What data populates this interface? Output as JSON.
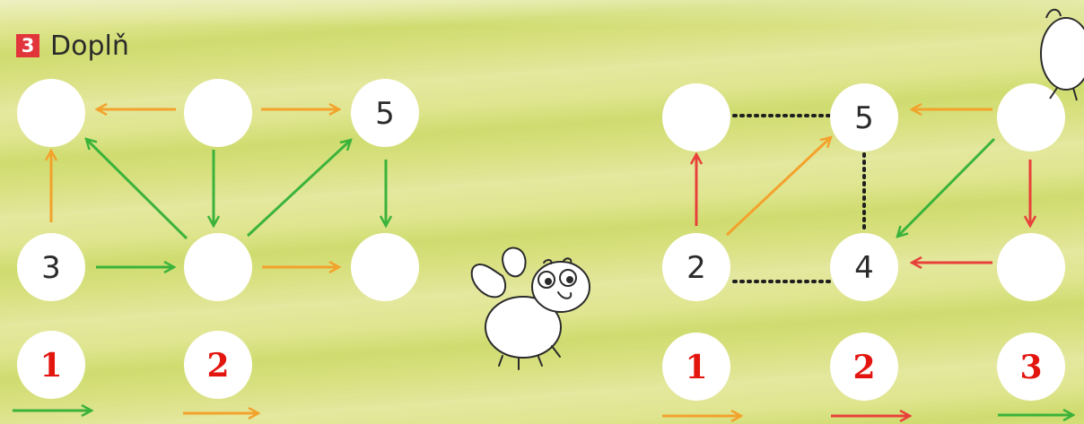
{
  "exercise": {
    "number": "3",
    "title": "Doplň"
  },
  "left_puzzle": {
    "nodes": {
      "a": "",
      "b": "",
      "c": "5",
      "d": "3",
      "e": "",
      "f": ""
    },
    "legend": [
      {
        "label": "1",
        "arrow_color": "#3bb33b"
      },
      {
        "label": "2",
        "arrow_color": "#f3a22c"
      }
    ]
  },
  "right_puzzle": {
    "nodes": {
      "g": "",
      "h": "5",
      "i": "",
      "j": "2",
      "k": "4",
      "l": ""
    },
    "legend": [
      {
        "label": "1",
        "arrow_color": "#f3a22c"
      },
      {
        "label": "2",
        "arrow_color": "#e8413b"
      },
      {
        "label": "3",
        "arrow_color": "#3bb33b"
      }
    ]
  },
  "colors": {
    "green": "#3bb33b",
    "orange": "#f3a22c",
    "red": "#e8413b",
    "badge": "#e2353b"
  }
}
